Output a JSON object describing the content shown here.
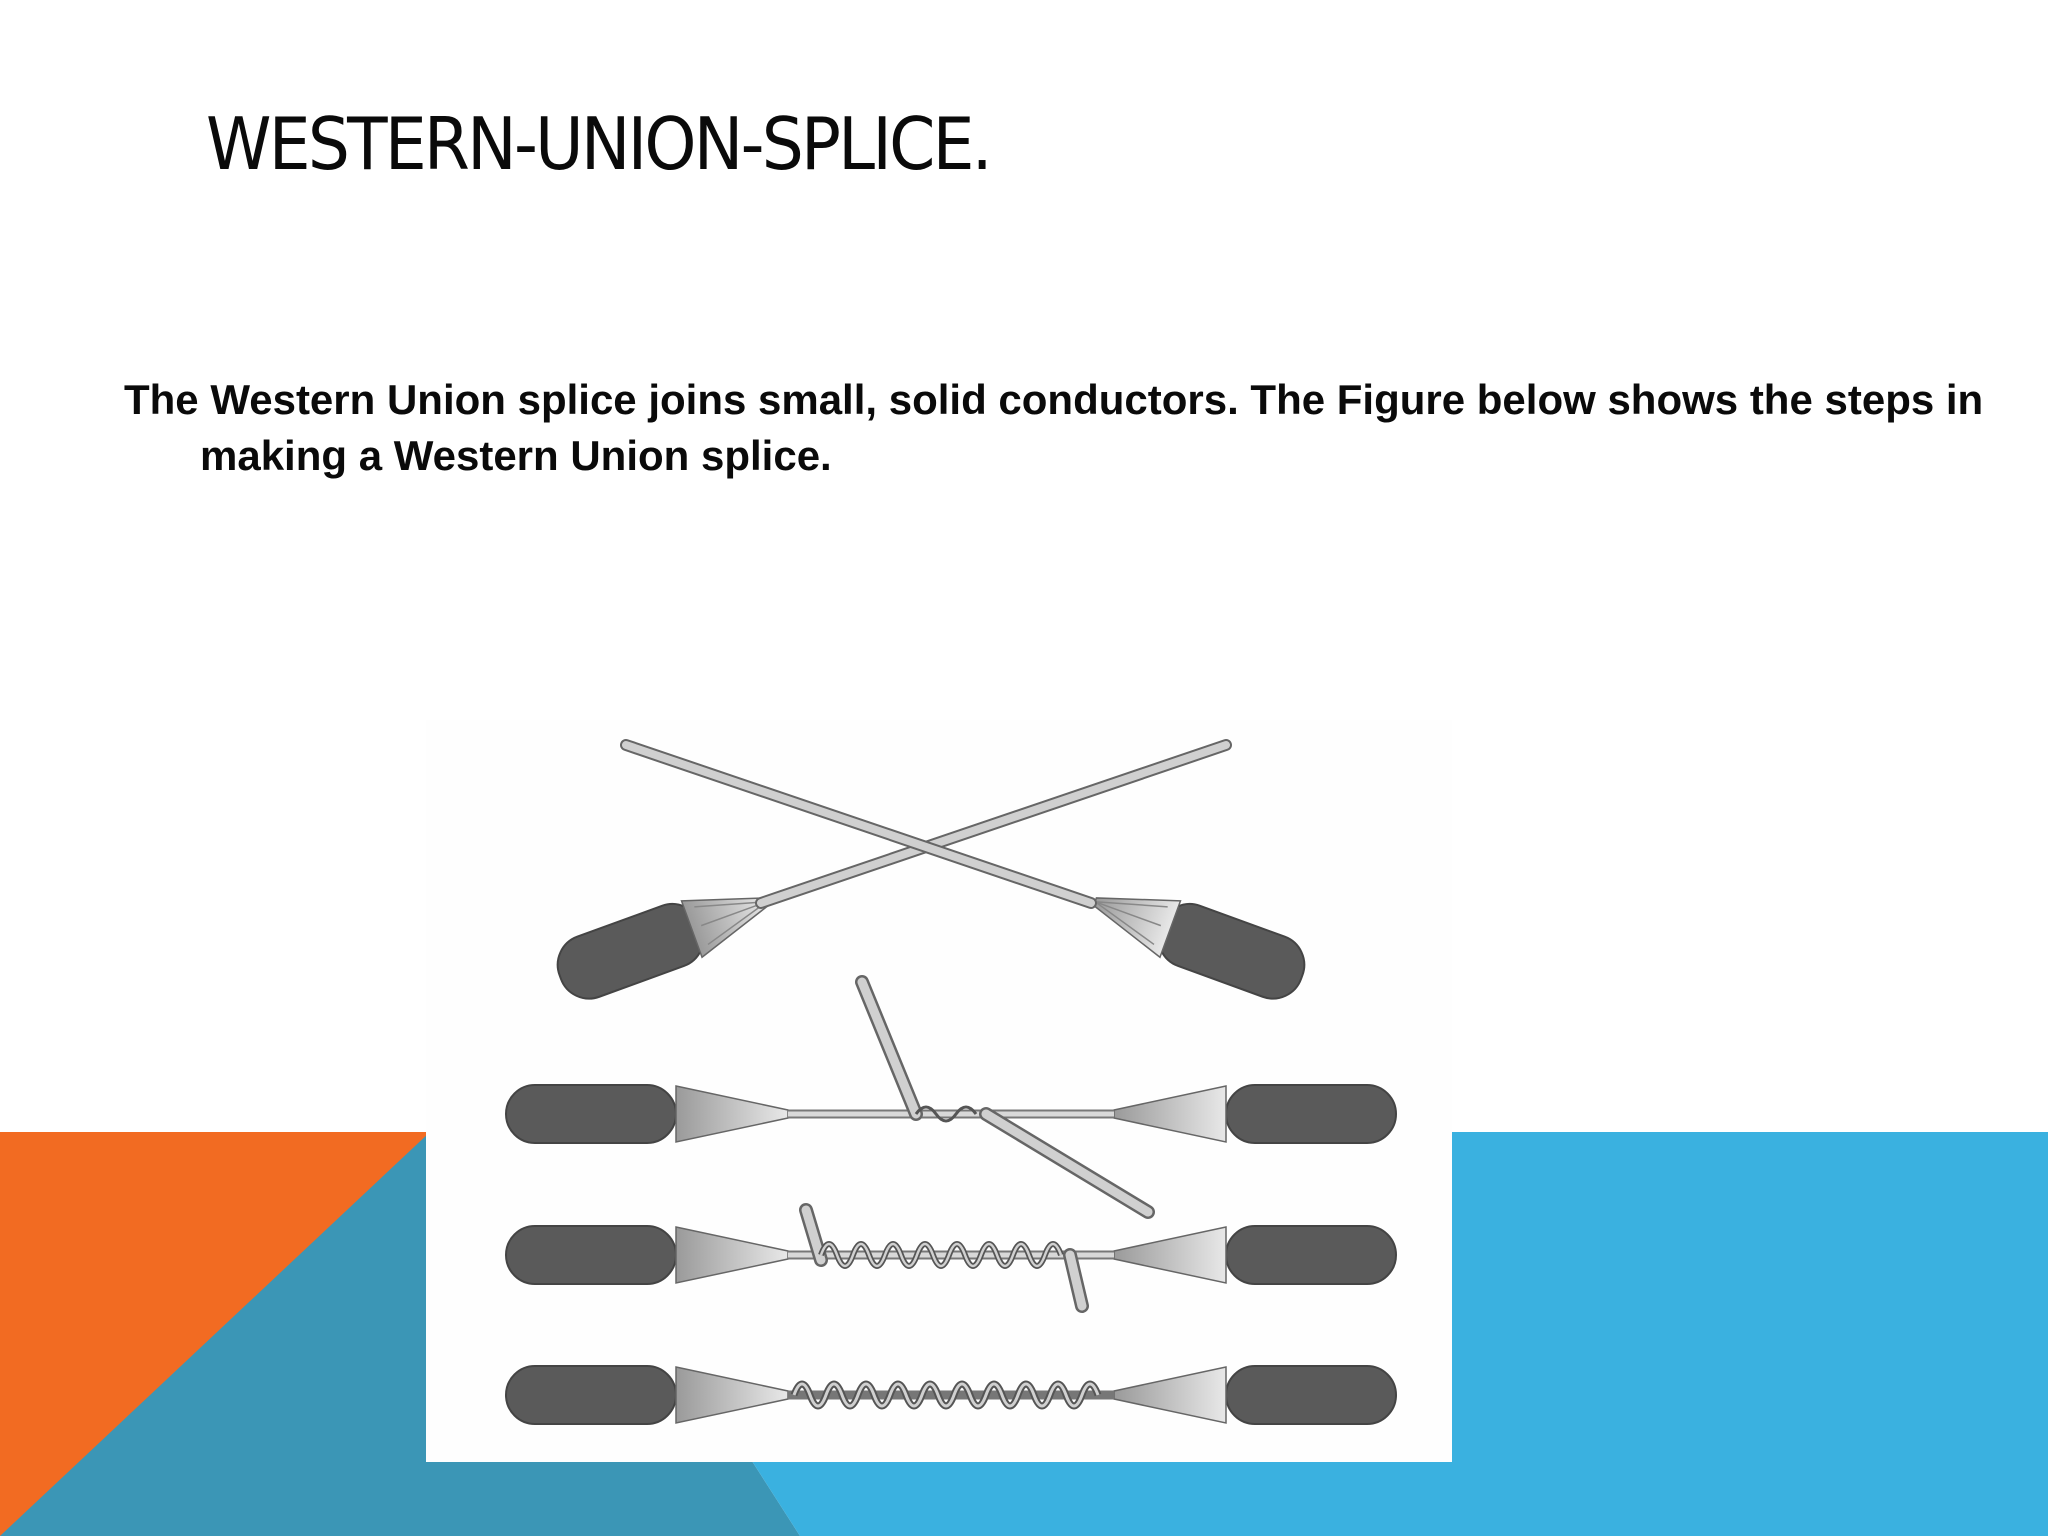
{
  "slide": {
    "title": "WESTERN-UNION-SPLICE.",
    "body": "The Western Union splice joins small, solid conductors. The Figure below shows the steps in making a Western Union splice."
  },
  "theme": {
    "orange": "#f26b22",
    "teal": "#3b96b6",
    "sky": "#3ab1e0",
    "insulation": "#5a5a5a",
    "wire": "#c8c8c8"
  },
  "figure": {
    "steps": [
      "crossed-conductors",
      "first-twist",
      "wrapping",
      "finished-splice"
    ]
  }
}
